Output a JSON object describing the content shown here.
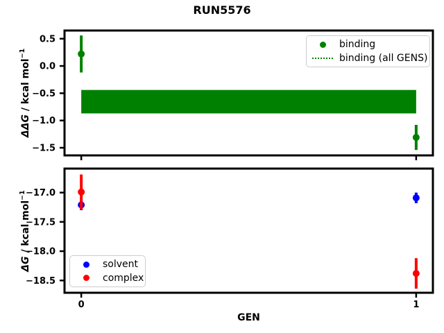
{
  "title": "RUN5576",
  "colors": {
    "binding": "#008000",
    "solvent": "#0000ff",
    "complex": "#ff0000",
    "axes": "#000000",
    "legend_border": "#cccccc",
    "background": "#ffffff"
  },
  "chart_data": [
    {
      "type": "scatter",
      "title": "RUN5576",
      "xlabel": "",
      "ylabel": "ΔΔG / kcal mol⁻¹",
      "ylabel_parts": {
        "symbol": "ΔΔG",
        "unit": " / kcal mol",
        "sup": "−1"
      },
      "xlim": [
        -0.05,
        1.05
      ],
      "ylim": [
        -1.64,
        0.65
      ],
      "grid": false,
      "yticks": [
        0.5,
        0.0,
        -0.5,
        -1.0,
        -1.5
      ],
      "ytick_labels": [
        "0.5",
        "0.0",
        "−0.5",
        "−1.0",
        "−1.5"
      ],
      "xticks": [
        0,
        1
      ],
      "xtick_labels": [
        "",
        ""
      ],
      "series": [
        {
          "name": "binding",
          "color": "#008000",
          "marker": "circle",
          "x": [
            0,
            1
          ],
          "y": [
            0.22,
            -1.31
          ],
          "err": [
            0.34,
            0.23
          ]
        }
      ],
      "band": {
        "name": "binding (all GENS)",
        "color": "#008000",
        "x_range": [
          0,
          1
        ],
        "y_low": -0.87,
        "y_high": -0.44,
        "center": -0.66
      },
      "legend": {
        "position": "upper-right",
        "entries": [
          {
            "label": "binding",
            "type": "marker",
            "color": "#008000"
          },
          {
            "label": "binding (all GENS)",
            "type": "dotted-line",
            "color": "#008000"
          }
        ]
      }
    },
    {
      "type": "scatter",
      "title": "",
      "xlabel": "GEN",
      "ylabel": "ΔG / kcal mol⁻¹",
      "ylabel_parts": {
        "symbol": "ΔG",
        "unit": " / kcal mol",
        "sup": "−1"
      },
      "xlim": [
        -0.05,
        1.05
      ],
      "ylim": [
        -18.71,
        -16.59
      ],
      "grid": false,
      "yticks": [
        -17.0,
        -17.5,
        -18.0,
        -18.5
      ],
      "ytick_labels": [
        "−17.0",
        "−17.5",
        "−18.0",
        "−18.5"
      ],
      "xticks": [
        0,
        1
      ],
      "xtick_labels": [
        "0",
        "1"
      ],
      "series": [
        {
          "name": "solvent",
          "color": "#0000ff",
          "marker": "circle",
          "x": [
            0,
            1
          ],
          "y": [
            -17.21,
            -17.09
          ],
          "err": [
            0.09,
            0.09
          ]
        },
        {
          "name": "complex",
          "color": "#ff0000",
          "marker": "circle",
          "x": [
            0,
            1
          ],
          "y": [
            -16.99,
            -18.38
          ],
          "err": [
            0.3,
            0.26
          ]
        }
      ],
      "legend": {
        "position": "lower-left",
        "entries": [
          {
            "label": "solvent",
            "type": "marker",
            "color": "#0000ff"
          },
          {
            "label": "complex",
            "type": "marker",
            "color": "#ff0000"
          }
        ]
      }
    }
  ]
}
